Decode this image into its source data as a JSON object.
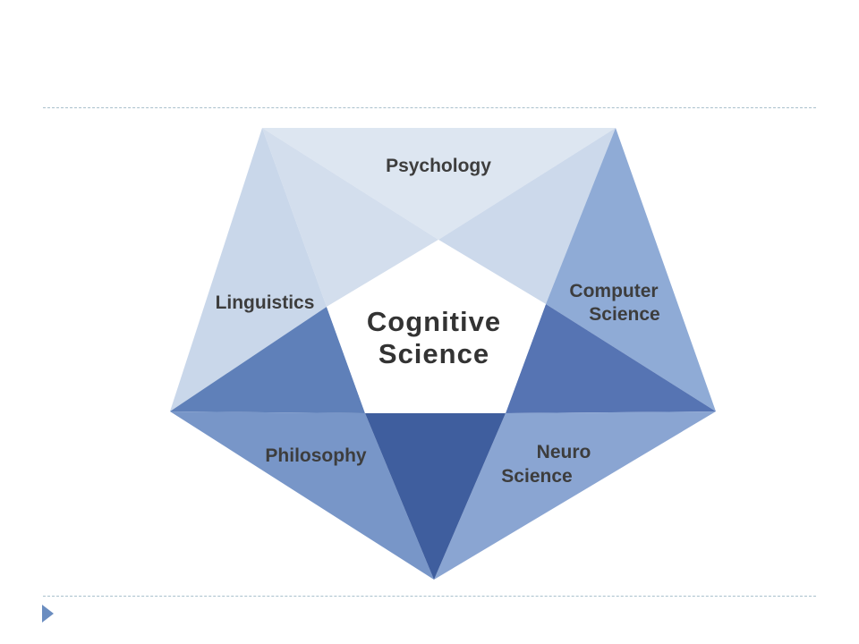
{
  "center": {
    "line1": "Cognitive",
    "line2": "Science"
  },
  "disciplines": {
    "psychology": "Psychology",
    "linguistics": "Linguistics",
    "computer_science_line1": "Computer",
    "computer_science_line2": "Science",
    "philosophy": "Philosophy",
    "neuro_science_line1": "Neuro",
    "neuro_science_line2": "Science"
  },
  "colors": {
    "lightest": "#dde6f1",
    "light": "#c5d4e8",
    "mid_light": "#a9bfde",
    "mid": "#7f9fcd",
    "mid_dark": "#5f80b9",
    "dark": "#3f5e9e",
    "rule": "#a9c0cc",
    "bullet": "#6b8dc0"
  }
}
